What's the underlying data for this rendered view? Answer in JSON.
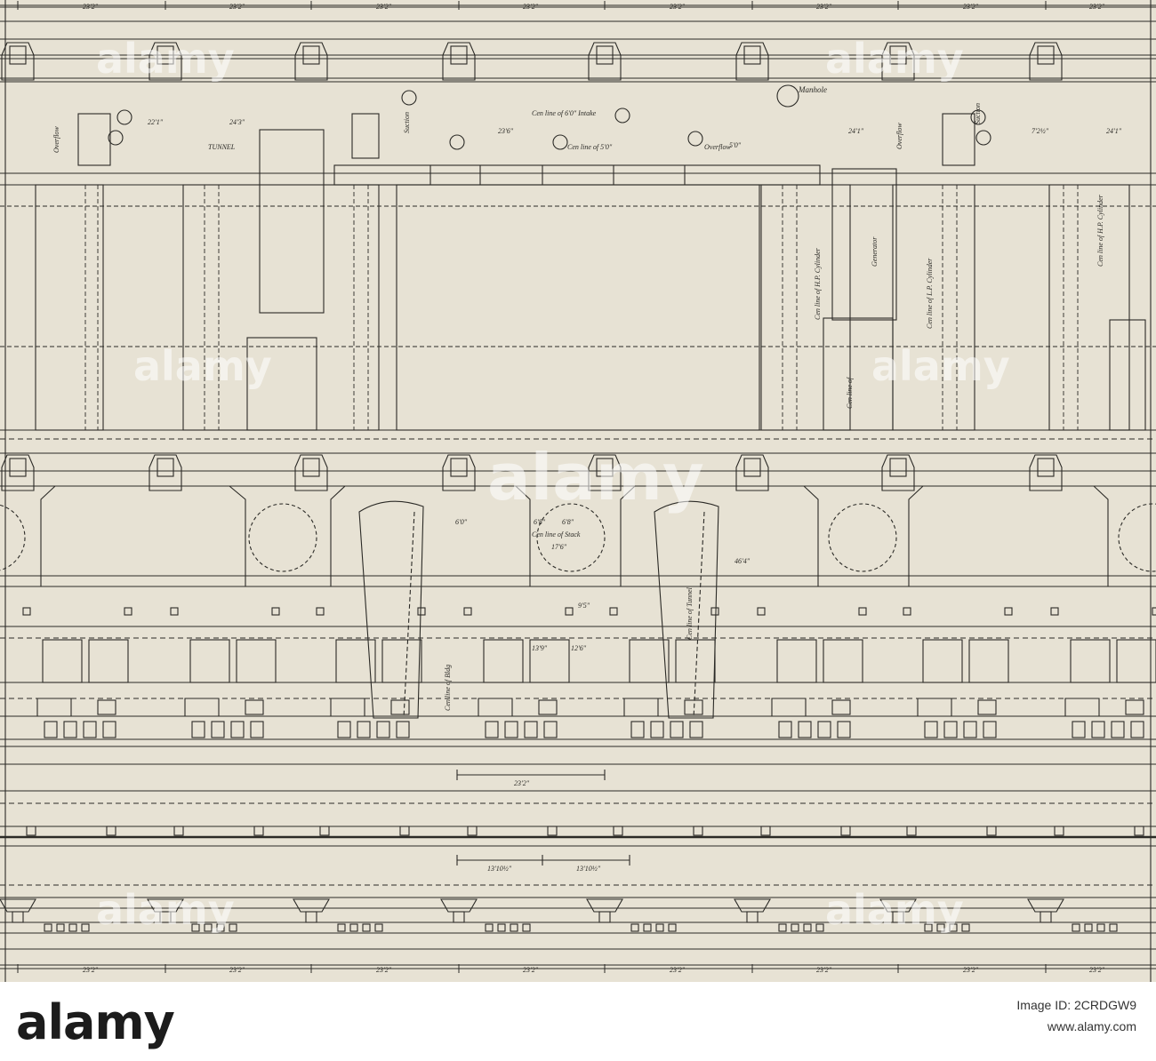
{
  "drawing": {
    "dims": {
      "bay": "23'2\"",
      "bay_top_partial": "23'2\"",
      "half_bay": "13'10½\"",
      "d_22_1": "22'1\"",
      "d_24_3": "24'3\"",
      "d_23_6": "23'6\"",
      "d_24_1": "24'1\"",
      "d_7_2": "7'2½\"",
      "d_6_0": "6'0\"",
      "d_6_8a": "6'8\"",
      "d_6_8b": "6'8\"",
      "d_17_6": "17'6\"",
      "d_46_4": "46'4\"",
      "d_9_5": "9'5\"",
      "d_13_9": "13'9\"",
      "d_12_6": "12'6\"",
      "d_5_0": "5'0\""
    },
    "labels": {
      "manhole": "Manhole",
      "tunnel": "TUNNEL",
      "intake_line": "Cen line of 6'0\" Intake",
      "overflow_line": "Cen line of 5'0\"",
      "overflow": "Overflow",
      "suction": "Suction",
      "generator": "Generator",
      "hp_cylinder": "Cen line of H.P. Cylinder",
      "lp_cylinder": "Cen line of L.P. Cylinder",
      "cen_line_of": "Cen line of",
      "stack": "Cen line of Stack",
      "tunnel_vert": "Cen line of Tunnel",
      "bldg": "Cen line of Bldg"
    },
    "watermark": "alamy"
  },
  "footer": {
    "logo": "alamy",
    "image_id": "Image ID: 2CRDGW9",
    "url": "www.alamy.com"
  }
}
